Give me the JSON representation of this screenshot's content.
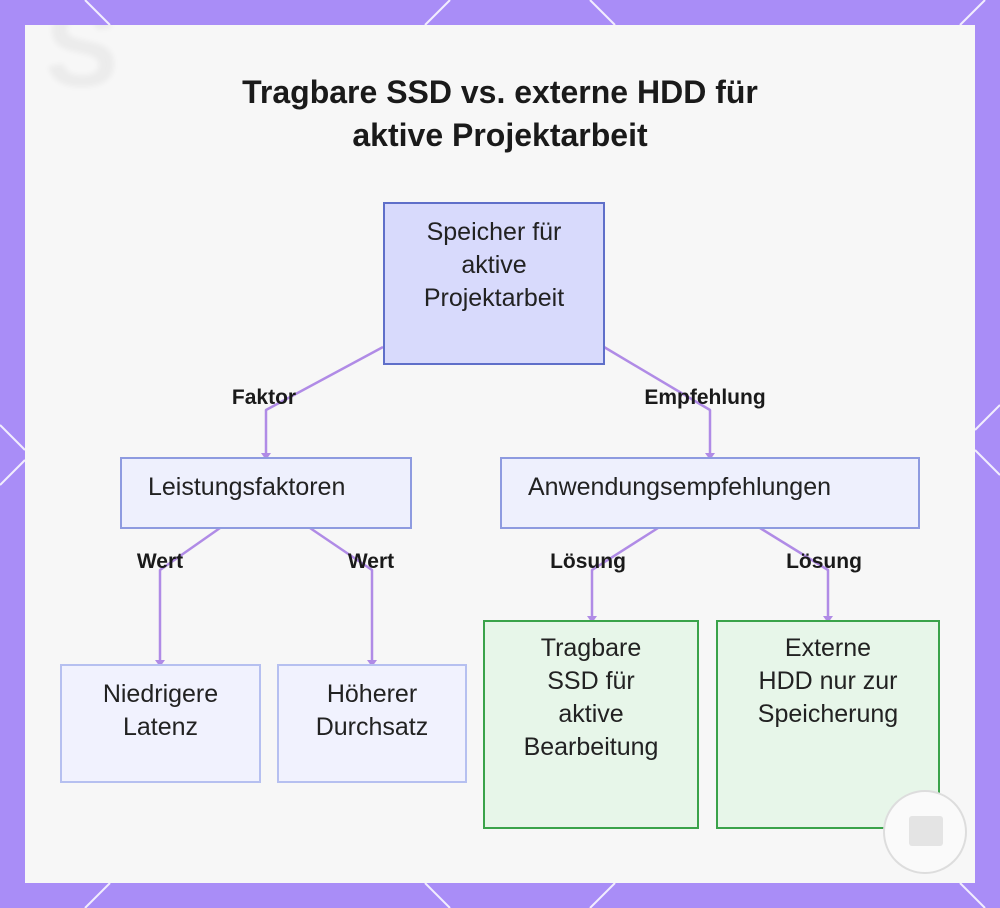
{
  "title": {
    "line1": "Tragbare SSD vs. externe HDD für",
    "line2": "aktive Projektarbeit"
  },
  "nodes": {
    "root": [
      "Speicher für",
      "aktive",
      "Projektarbeit"
    ],
    "leistung": [
      "Leistungsfaktoren"
    ],
    "anwendung": [
      "Anwendungsempfehlungen"
    ],
    "latenz": [
      "Niedrigere",
      "Latenz"
    ],
    "durchsatz": [
      "Höherer",
      "Durchsatz"
    ],
    "ssd": [
      "Tragbare",
      "SSD für",
      "aktive",
      "Bearbeitung"
    ],
    "hdd": [
      "Externe",
      "HDD nur zur",
      "Speicherung"
    ]
  },
  "edge_labels": {
    "faktor": "Faktor",
    "empfehlung": "Empfehlung",
    "wert_left": "Wert",
    "wert_right": "Wert",
    "loesung_left": "Lösung",
    "loesung_right": "Lösung"
  },
  "colors": {
    "frame": "#a98df7",
    "connector": "#b08be6",
    "recommended_border": "#3aa34a"
  }
}
